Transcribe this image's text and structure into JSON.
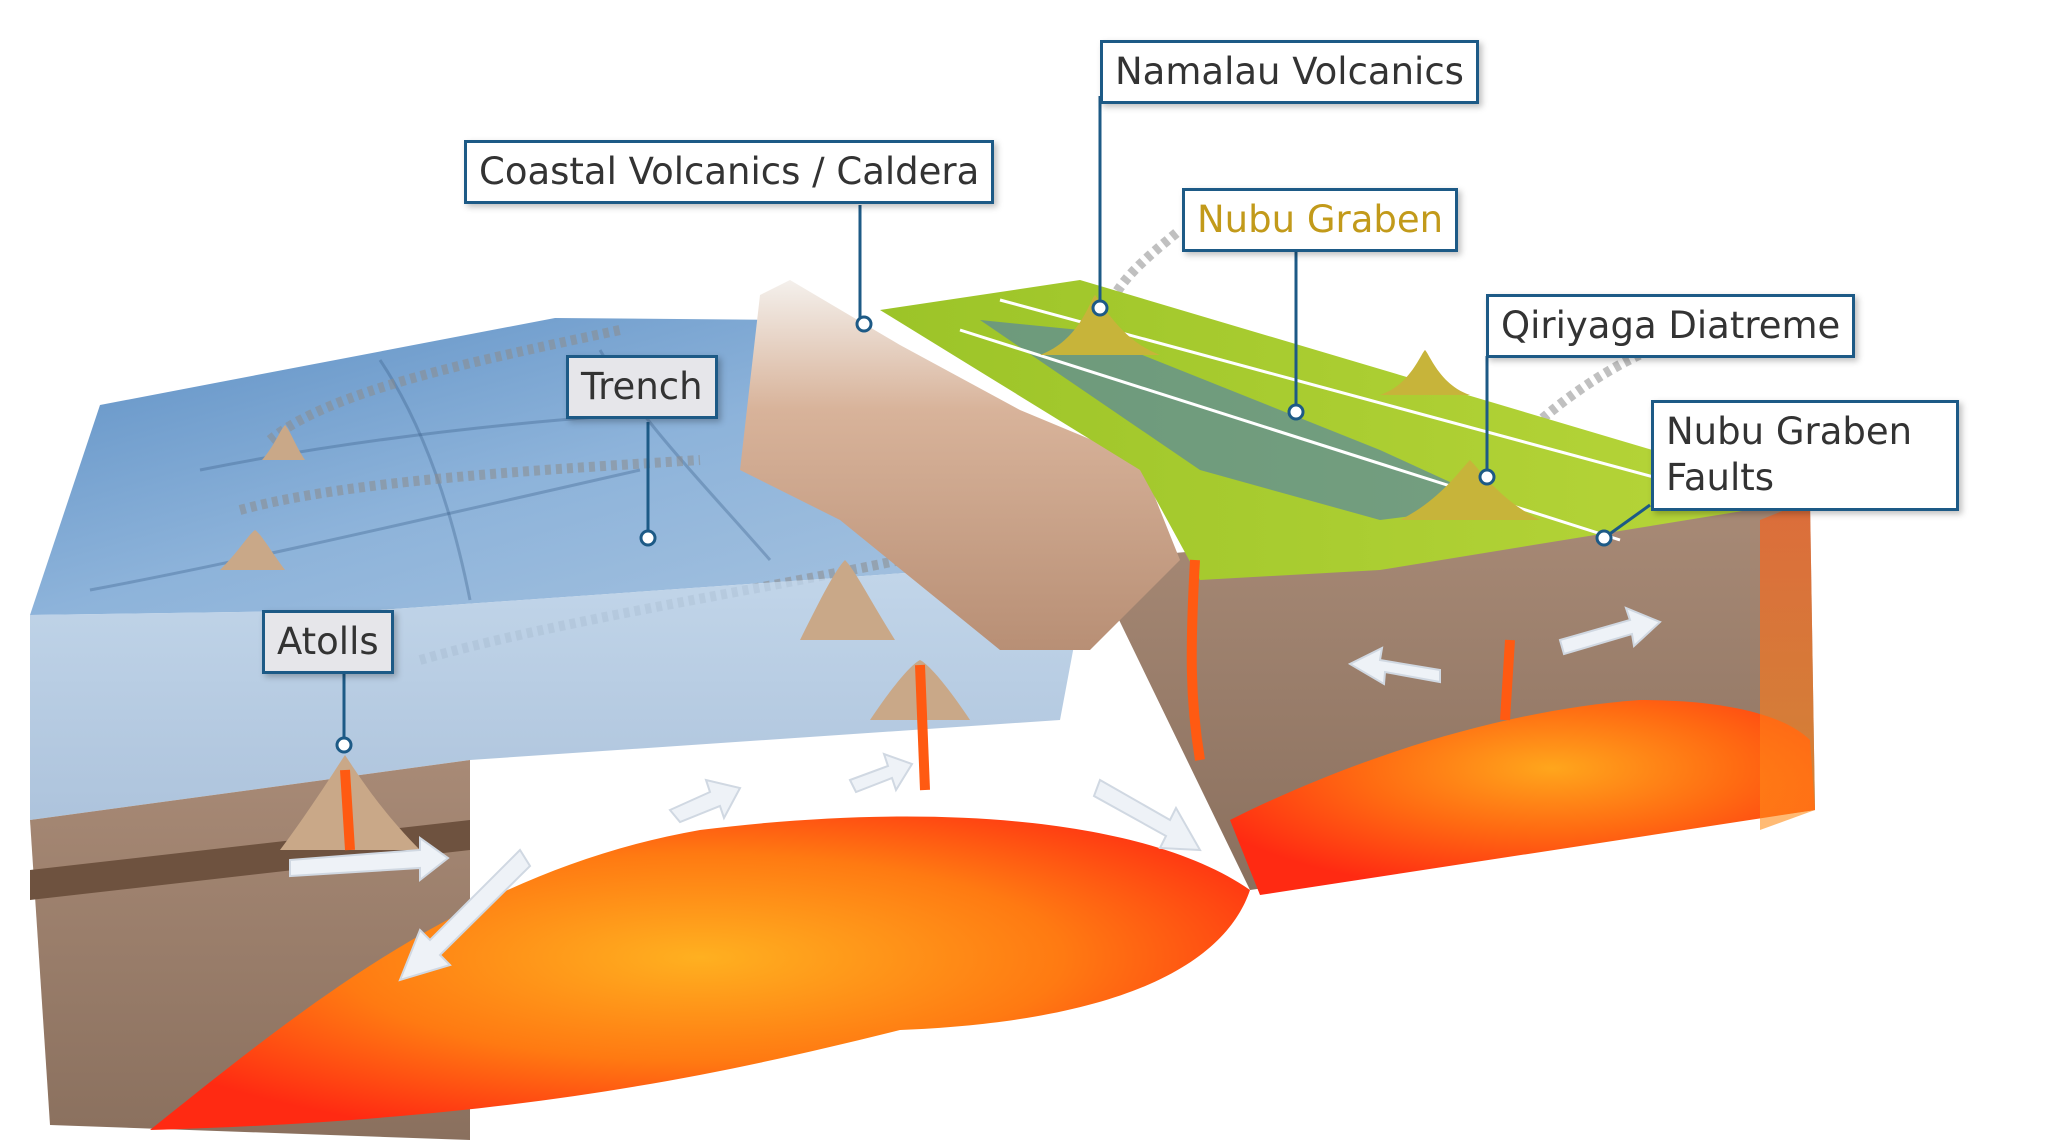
{
  "diagram": {
    "labels": {
      "namalau": {
        "text": "Namalau Volcanics"
      },
      "coastal": {
        "text": "Coastal Volcanics / Caldera"
      },
      "nubu": {
        "text": "Nubu Graben",
        "color": "#c29a1a"
      },
      "trench": {
        "text": "Trench"
      },
      "qiriyaga": {
        "text": "Qiriyaga Diatreme"
      },
      "faults": {
        "line1": "Nubu Graben",
        "line2": "Faults"
      },
      "atolls": {
        "text": "Atolls"
      }
    },
    "colors": {
      "label_border": "#1d5a86",
      "ocean": "#6f9fd0",
      "mantle_hot": "#ff2a12",
      "mantle_warm": "#ff9a18",
      "crust": "#7a6352",
      "land": "#a6cc2a",
      "mountains": "#c9a48a"
    }
  }
}
